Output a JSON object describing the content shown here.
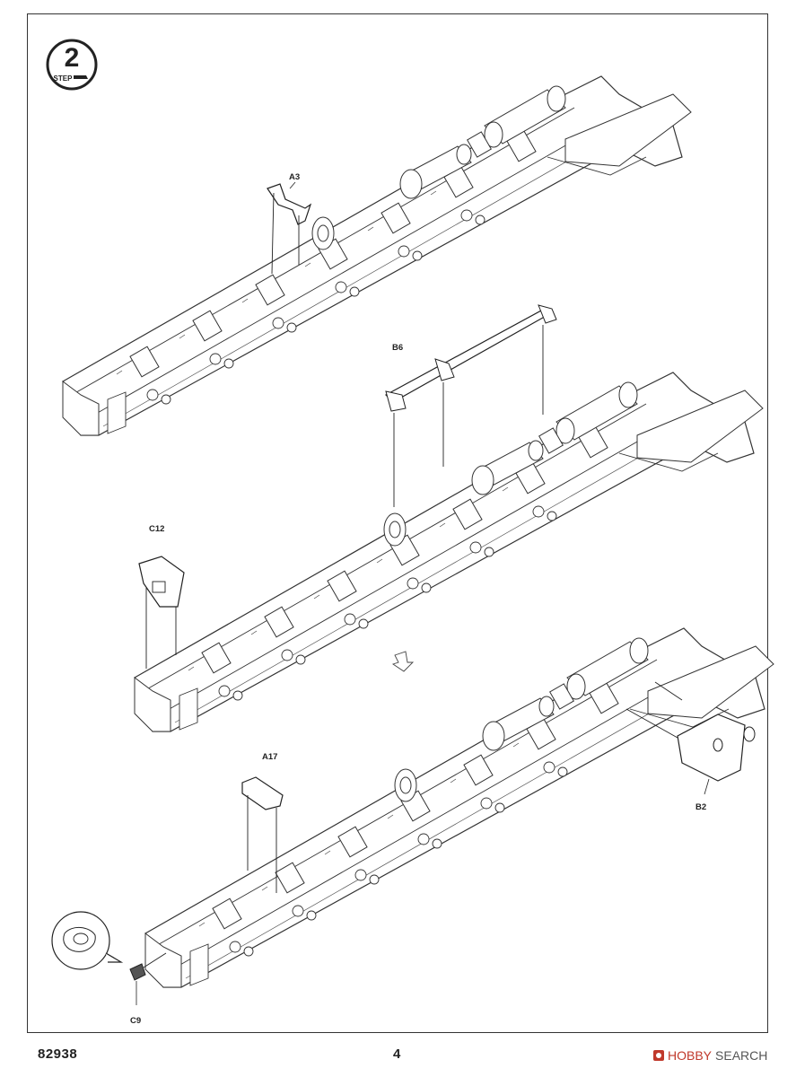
{
  "step": {
    "number": "2",
    "label": "STEP"
  },
  "parts": {
    "a3": "A3",
    "b6": "B6",
    "c12": "C12",
    "a17": "A17",
    "b2": "B2",
    "c9": "C9"
  },
  "footer": {
    "model_number": "82938",
    "page_number": "4"
  },
  "watermark": {
    "brand": "HOBBY",
    "suffix": "SEARCH"
  }
}
